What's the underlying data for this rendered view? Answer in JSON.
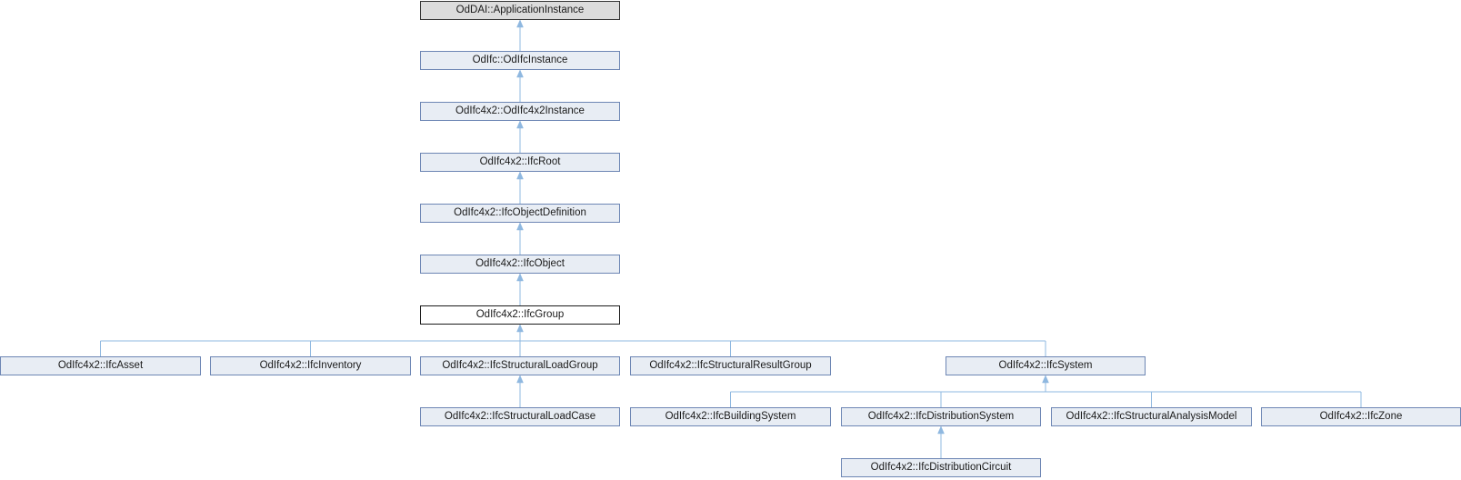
{
  "diagram": {
    "nodes": [
      {
        "id": "appinstance",
        "label": "OdDAI::ApplicationInstance",
        "style": "gray",
        "interactable": false
      },
      {
        "id": "odifcinstance",
        "label": "OdIfc::OdIfcInstance",
        "style": "normal",
        "interactable": true
      },
      {
        "id": "odifc4x2instance",
        "label": "OdIfc4x2::OdIfc4x2Instance",
        "style": "normal",
        "interactable": true
      },
      {
        "id": "ifcroot",
        "label": "OdIfc4x2::IfcRoot",
        "style": "normal",
        "interactable": true
      },
      {
        "id": "ifcobjectdefinition",
        "label": "OdIfc4x2::IfcObjectDefinition",
        "style": "normal",
        "interactable": true
      },
      {
        "id": "ifcobject",
        "label": "OdIfc4x2::IfcObject",
        "style": "normal",
        "interactable": true
      },
      {
        "id": "ifcgroup",
        "label": "OdIfc4x2::IfcGroup",
        "style": "current",
        "interactable": false
      },
      {
        "id": "ifcasset",
        "label": "OdIfc4x2::IfcAsset",
        "style": "normal",
        "interactable": true
      },
      {
        "id": "ifcinventory",
        "label": "OdIfc4x2::IfcInventory",
        "style": "normal",
        "interactable": true
      },
      {
        "id": "ifcstructuralloadgroup",
        "label": "OdIfc4x2::IfcStructuralLoadGroup",
        "style": "normal",
        "interactable": true
      },
      {
        "id": "ifcstructuralresultgroup",
        "label": "OdIfc4x2::IfcStructuralResultGroup",
        "style": "normal",
        "interactable": true
      },
      {
        "id": "ifcsystem",
        "label": "OdIfc4x2::IfcSystem",
        "style": "normal",
        "interactable": true
      },
      {
        "id": "ifcstructuralloadcase",
        "label": "OdIfc4x2::IfcStructuralLoadCase",
        "style": "normal",
        "interactable": true
      },
      {
        "id": "ifcbuildingsystem",
        "label": "OdIfc4x2::IfcBuildingSystem",
        "style": "normal",
        "interactable": true
      },
      {
        "id": "ifcdistributionsystem",
        "label": "OdIfc4x2::IfcDistributionSystem",
        "style": "normal",
        "interactable": true
      },
      {
        "id": "ifcstructuralanalysismodel",
        "label": "OdIfc4x2::IfcStructuralAnalysisModel",
        "style": "normal",
        "interactable": true
      },
      {
        "id": "ifczone",
        "label": "OdIfc4x2::IfcZone",
        "style": "normal",
        "interactable": true
      },
      {
        "id": "ifcdistributioncircuit",
        "label": "OdIfc4x2::IfcDistributionCircuit",
        "style": "normal",
        "interactable": true
      }
    ],
    "edges": [
      {
        "parent": "appinstance",
        "children": [
          "odifcinstance"
        ]
      },
      {
        "parent": "odifcinstance",
        "children": [
          "odifc4x2instance"
        ]
      },
      {
        "parent": "odifc4x2instance",
        "children": [
          "ifcroot"
        ]
      },
      {
        "parent": "ifcroot",
        "children": [
          "ifcobjectdefinition"
        ]
      },
      {
        "parent": "ifcobjectdefinition",
        "children": [
          "ifcobject"
        ]
      },
      {
        "parent": "ifcobject",
        "children": [
          "ifcgroup"
        ]
      },
      {
        "parent": "ifcgroup",
        "children": [
          "ifcasset",
          "ifcinventory",
          "ifcstructuralloadgroup",
          "ifcstructuralresultgroup",
          "ifcsystem"
        ]
      },
      {
        "parent": "ifcstructuralloadgroup",
        "children": [
          "ifcstructuralloadcase"
        ]
      },
      {
        "parent": "ifcsystem",
        "children": [
          "ifcbuildingsystem",
          "ifcdistributionsystem",
          "ifcstructuralanalysismodel",
          "ifczone"
        ]
      },
      {
        "parent": "ifcdistributionsystem",
        "children": [
          "ifcdistributioncircuit"
        ]
      }
    ],
    "colors": {
      "node_fill": "#e8edf4",
      "node_border": "#6d86b4",
      "base_fill": "#dcdcdc",
      "current_fill": "#ffffff",
      "edge": "#8fb8e0"
    }
  }
}
